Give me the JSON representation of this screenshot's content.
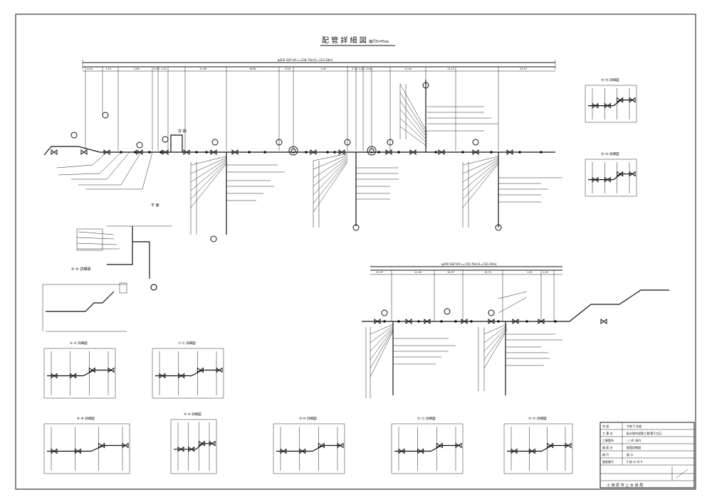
{
  "title": {
    "main": "配 管 詳 細 図",
    "scale": "縮尺S=Free"
  },
  "main_pipe_top": {
    "label": "φ500 SGP-VA L=158.78m(1=153.38m)",
    "dims": [
      "4.05",
      "1.10",
      "2.85",
      "0.50",
      "1.20",
      "11.95",
      "16.81",
      "3.00",
      "1.00",
      "2.34",
      "2.00",
      "2.00",
      "11.44",
      "11.13",
      "24.57"
    ]
  },
  "main_pipe_bottom": {
    "label": "φ300 SGP-VA L=150.78m(1=150.29m)",
    "dims": [
      "22.97",
      "11.00",
      "10.07",
      "14.72",
      "1.52",
      "1.00"
    ]
  },
  "details_top_right": [
    {
      "id": "detail-1",
      "title": "⑮-⑮ 詳細図"
    },
    {
      "id": "detail-2",
      "title": "⑯-⑯ 詳細図"
    }
  ],
  "details_left": [
    {
      "id": "detail-3",
      "title": "⑤-⑤ 詳細図"
    },
    {
      "id": "detail-4",
      "title": "⑥-⑥ 詳細図"
    },
    {
      "id": "detail-5",
      "title": "⑦-⑦ 詳細図"
    }
  ],
  "details_bottom": [
    {
      "id": "detail-6",
      "title": "⑧-⑧ 詳細図"
    },
    {
      "id": "detail-7",
      "title": "⑨-⑨ 詳細図"
    },
    {
      "id": "detail-8",
      "title": "⑩-⑩ 詳細図"
    },
    {
      "id": "detail-9",
      "title": "⑪-⑪ 詳細図"
    },
    {
      "id": "detail-10",
      "title": "⑫-⑫ 詳細図"
    }
  ],
  "plan_label": "平 面",
  "upper_label": "詳 細",
  "title_block": {
    "rows": [
      {
        "k": "年 度",
        "v": "令和 5 年度"
      },
      {
        "k": "工 事 名",
        "v": "配水管布設替工事(第3工区)"
      },
      {
        "k": "工事箇所",
        "v": "○○町 地内"
      },
      {
        "k": "図 面 名",
        "v": "配管詳細図"
      },
      {
        "k": "縮 尺",
        "v": "図 示"
      },
      {
        "k": "図面番号",
        "v": "5 枚 の 内 4"
      }
    ],
    "footer": "小 田 原 市 上 水 道 局"
  }
}
